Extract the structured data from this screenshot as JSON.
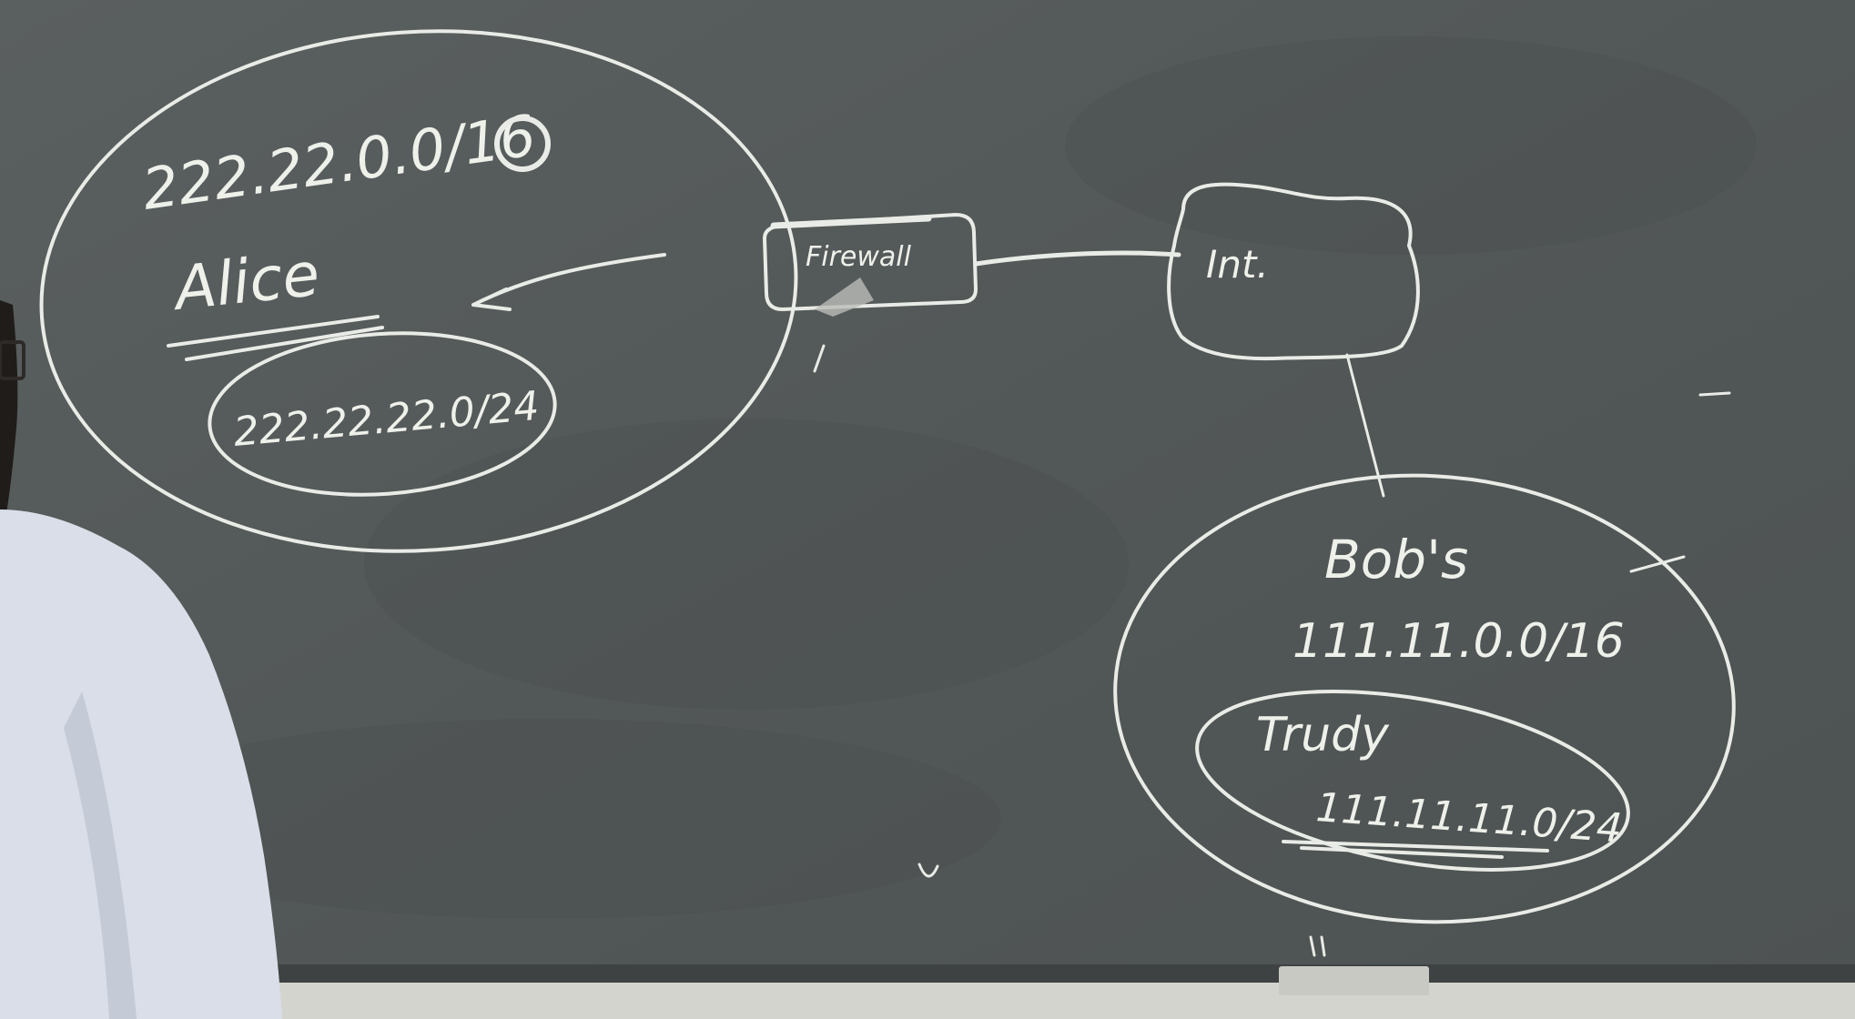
{
  "diagram": {
    "alice_network": {
      "address": "222.22.0.0/16",
      "label": "Alice",
      "subnet": "222.22.22.0/24"
    },
    "firewall": {
      "label": "Firewall"
    },
    "internet": {
      "label": "Int."
    },
    "bob_network": {
      "label": "Bob's",
      "address": "111.11.0.0/16",
      "subnet_label": "Trudy",
      "subnet": "111.11.11.0/24"
    }
  },
  "colors": {
    "board": "#555a5a",
    "chalk": "#e9ece6",
    "shirt": "#d9dee8"
  }
}
